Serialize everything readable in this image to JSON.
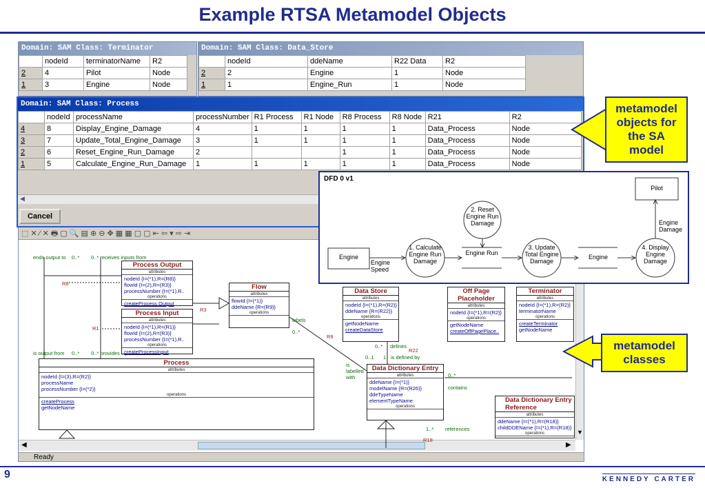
{
  "title": "Example RTSA Metamodel Objects",
  "page_number": "9",
  "logo": "KENNEDY CARTER",
  "terminator_window": {
    "title": "Domain: SAM   Class: Terminator",
    "columns": [
      "",
      "nodeId",
      "terminatorName",
      "R2"
    ],
    "rows": [
      [
        "2",
        "4",
        "Pilot",
        "Node"
      ],
      [
        "1",
        "3",
        "Engine",
        "Node"
      ]
    ]
  },
  "datastore_window": {
    "title": "Domain: SAM   Class: Data_Store",
    "columns": [
      "",
      "nodeId",
      "ddeName",
      "R22 Data",
      "R2"
    ],
    "rows": [
      [
        "2",
        "2",
        "Engine",
        "1",
        "Node"
      ],
      [
        "1",
        "1",
        "Engine_Run",
        "1",
        "Node"
      ]
    ]
  },
  "process_window": {
    "title": "Domain: SAM   Class: Process",
    "columns": [
      "",
      "nodeId",
      "processName",
      "processNumber",
      "R1 Process",
      "R1 Node",
      "R8 Process",
      "R8 Node",
      "R21",
      "R2"
    ],
    "rows": [
      [
        "4",
        "8",
        "Display_Engine_Damage",
        "4",
        "1",
        "1",
        "1",
        "1",
        "Data_Process",
        "Node"
      ],
      [
        "3",
        "7",
        "Update_Total_Engine_Damage",
        "3",
        "1",
        "1",
        "1",
        "1",
        "Data_Process",
        "Node"
      ],
      [
        "2",
        "6",
        "Reset_Engine_Run_Damage",
        "2",
        "",
        "",
        "1",
        "1",
        "Data_Process",
        "Node"
      ],
      [
        "1",
        "5",
        "Calculate_Engine_Run_Damage",
        "1",
        "1",
        "1",
        "1",
        "1",
        "Data_Process",
        "Node"
      ]
    ],
    "cancel_label": "Cancel"
  },
  "callout_objects": "metamodel objects for the SA model",
  "callout_classes": "metamodel classes",
  "dfd": {
    "title": "DFD 0 v1",
    "terminator_engine": "Engine",
    "terminator_pilot": "Pilot",
    "process1": "1. Calculate Engine Run Damage",
    "process2": "2. Reset Engine Run Damage",
    "process3": "3. Update Total Engine Damage",
    "process4": "4. Display Engine Damage",
    "store1": "Engine Run",
    "store2": "Engine",
    "flow_engine_speed": "Engine Speed",
    "flow_engine_damage": "Engine Damage"
  },
  "class_diagram": {
    "status": "Ready",
    "process_output": {
      "name": "Process Output",
      "attrs": [
        "nodeId {I=(*1),R=(R8)}",
        "flowId {I=(2),R=(R3)}",
        "processNumber {I=(*1),R.."
      ],
      "ops": [
        "createProcess Output"
      ]
    },
    "process_input": {
      "name": "Process Input",
      "attrs": [
        "nodeId {I=(*1),R=(R1)}",
        "flowId {I=(2),R=(R3)}",
        "processNumber {I=(*1),R.."
      ],
      "ops": [
        "createProcessInput"
      ]
    },
    "flow": {
      "name": "Flow",
      "attrs": [
        "flowId {I=(*1)}",
        "ddeName {R=(R9)}"
      ],
      "ops": []
    },
    "process": {
      "name": "Process",
      "attrs": [
        "nodeId {I=(3),R=(R2)}",
        "processName",
        "processNumber {I=(*2)}"
      ],
      "ops": [
        "createProcess",
        "getNodeName"
      ]
    },
    "data_store": {
      "name": "Data Store",
      "attrs": [
        "nodeId {I=(*1),R=(R2)}",
        "ddeName {R=(R22)}"
      ],
      "ops": [
        "getNodeName",
        "createDataStore"
      ]
    },
    "off_page": {
      "name": "Off Page Placeholder",
      "attrs": [
        "nodeId {I=(*1),R=(R2)}"
      ],
      "ops": [
        "getNodeName",
        "createOffPagePlace.."
      ]
    },
    "terminator": {
      "name": "Terminator",
      "attrs": [
        "nodeId {I=(*1),R=(R2)}",
        "terminatorName"
      ],
      "ops": [
        "createTerminator",
        "getNodeName"
      ]
    },
    "dde": {
      "name": "Data Dictionary Entry",
      "attrs": [
        "ddeName {I=(*1)}",
        "modelName {R=(R26)}",
        "ddeTypeName",
        "elementTypeName"
      ],
      "ops": []
    },
    "dde_ref": {
      "name": "Data Dictionary Entry Reference",
      "attrs": [
        "ddeName {I=(*1),R=(R18)}",
        "childDDEName {I=(*1),R=(R18)}"
      ],
      "ops": []
    },
    "labels": {
      "sends_output_to": "ends output to",
      "m0star_a": "0..*",
      "receives_inputs_from": "0..*  receives inputs from",
      "r8": "R8",
      "r3": "R3",
      "r1": "R1",
      "r9": "R9",
      "labels": "labels",
      "m0star_b": "0..*",
      "is_output_from": "is output from",
      "m0star_c": "0..*",
      "provides_inputs_to": "0..*  provides inputs to",
      "is_labelled_with": "is labelled with",
      "m0_1": "0..1",
      "m1": "1",
      "is_defined_by": "is defined by",
      "defines": "defines",
      "m0star_d": "0..*",
      "r22": "R22",
      "m0star_e": "0..*",
      "contains": "contains",
      "m1star": "1..*",
      "references": "references",
      "r18": "R18",
      "attributes": "attributes",
      "operations": "operations"
    }
  },
  "colors": {
    "brand": "#1f2c8e",
    "callout": "#ffff00",
    "class_name": "#8b1a1a"
  }
}
